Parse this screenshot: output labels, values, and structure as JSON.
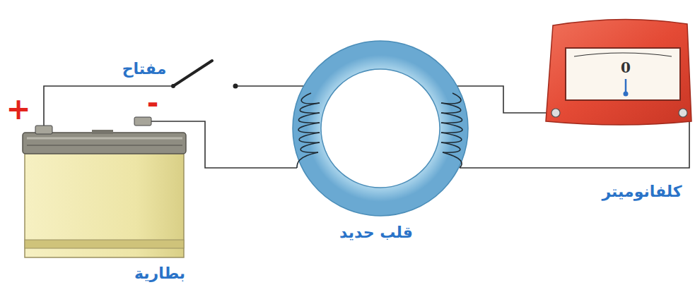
{
  "diagram": {
    "labels": [
      "+",
      "-",
      "مفتاح",
      "بطارية",
      "قلب حديد",
      "كلفانوميتر",
      "0"
    ]
  }
}
